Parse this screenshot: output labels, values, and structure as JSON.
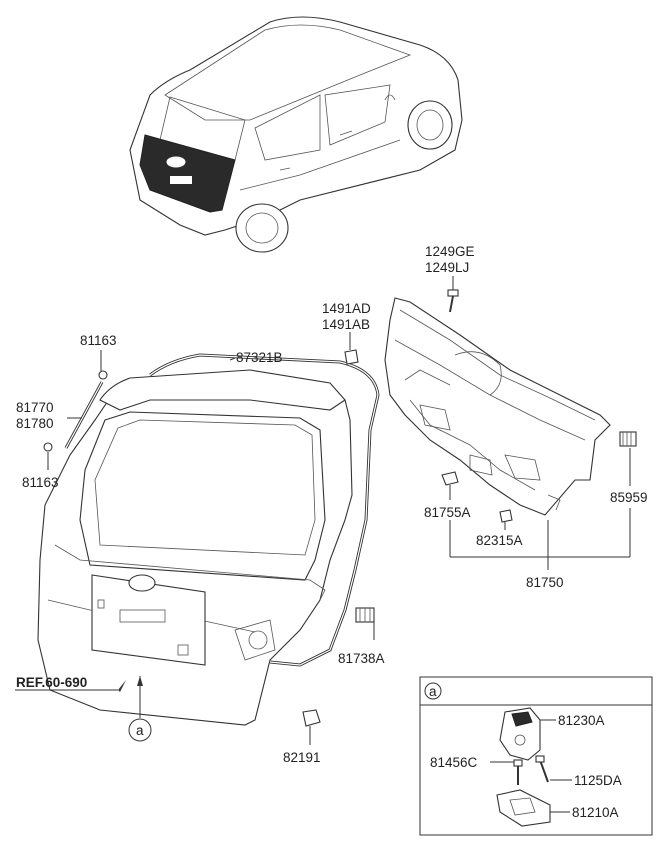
{
  "diagram": {
    "labels": {
      "p1249ge": "1249GE",
      "p1249lj": "1249LJ",
      "p1491ad": "1491AD",
      "p1491ab": "1491AB",
      "p81163_top": "81163",
      "p87321b": "87321B",
      "p81770": "81770",
      "p81780": "81780",
      "p81163_bot": "81163",
      "p81755a": "81755A",
      "p85959": "85959",
      "p82315a": "82315A",
      "p81750": "81750",
      "p81738a": "81738A",
      "ref": "REF.60-690",
      "callout_a": "a",
      "p82191": "82191"
    },
    "inset": {
      "header": "a",
      "p81230a": "81230A",
      "p81456c": "81456C",
      "p1125da": "1125DA",
      "p81210a": "81210A"
    }
  }
}
